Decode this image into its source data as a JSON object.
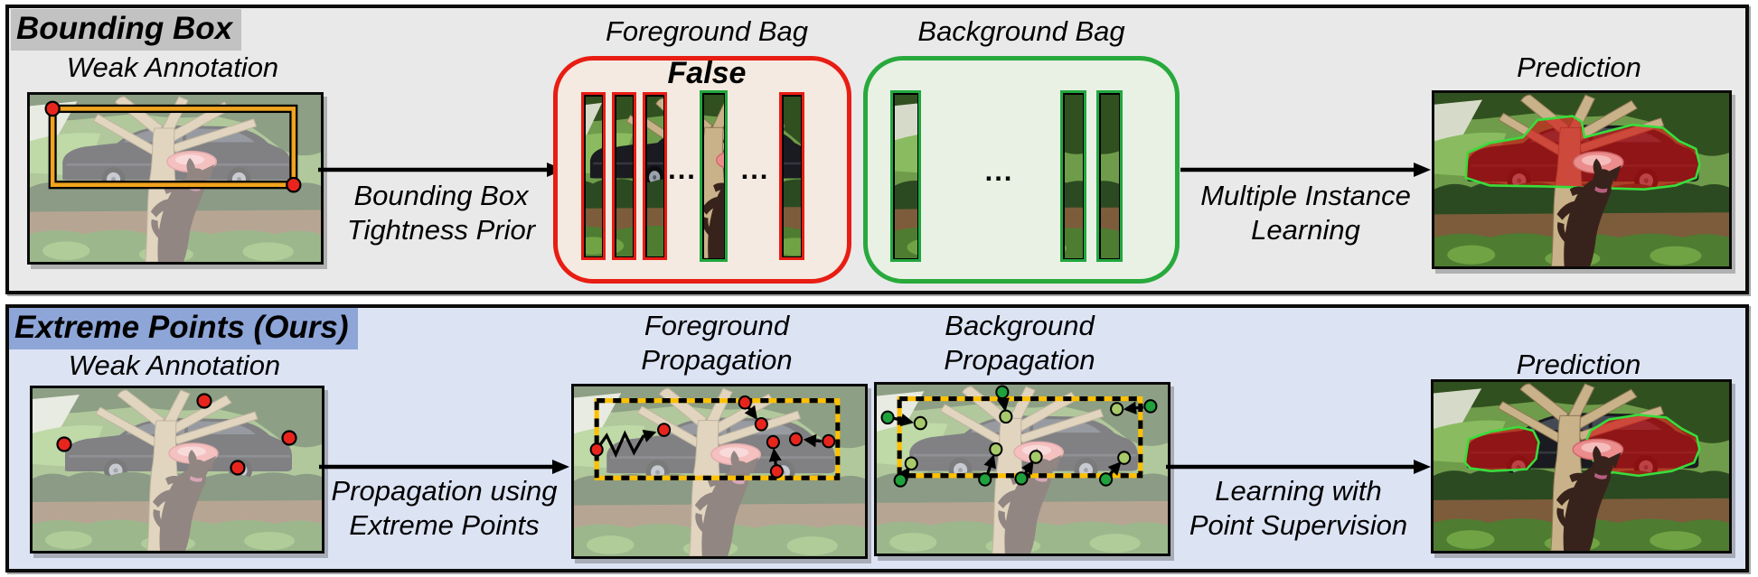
{
  "top_panel": {
    "title": "Bounding Box",
    "weak_annotation_label": "Weak Annotation",
    "arrow1_label": [
      "Bounding Box",
      "Tightness Prior"
    ],
    "foreground_bag": {
      "title": "Foreground Bag",
      "verdict": "False",
      "ellipsis": "..."
    },
    "background_bag": {
      "title": "Background Bag",
      "ellipsis": "..."
    },
    "arrow2_label": [
      "Multiple Instance",
      "Learning"
    ],
    "prediction_label": "Prediction"
  },
  "bottom_panel": {
    "title": "Extreme Points (Ours)",
    "weak_annotation_label": "Weak Annotation",
    "arrow1_label": [
      "Propagation using",
      "Extreme Points"
    ],
    "foreground_propagation_label": [
      "Foreground",
      "Propagation"
    ],
    "background_propagation_label": [
      "Background",
      "Propagation"
    ],
    "arrow2_label": [
      "Learning with",
      "Point Supervision"
    ],
    "prediction_label": "Prediction"
  },
  "colors": {
    "panel_top_bg": "#e9e9e9",
    "panel_bottom_bg": "#dce3f3",
    "title_top_highlight": "#c2c2c2",
    "title_bottom_highlight": "#8ea5d8",
    "foreground_bag_border": "#e81d13",
    "foreground_bag_fill": "#f4eae1",
    "background_bag_border": "#28a93c",
    "background_bag_fill": "#e8f1e4",
    "annotation_bbox_yellow": "#f0a31f",
    "propagation_box_yellow": "#ffc000",
    "extreme_point_red": "#e8251d",
    "background_point_dark_green": "#1fa13c",
    "background_point_light_green": "#a7c96a",
    "prediction_mask_red": "#cd1212",
    "prediction_contour_green": "#38dd3c"
  }
}
